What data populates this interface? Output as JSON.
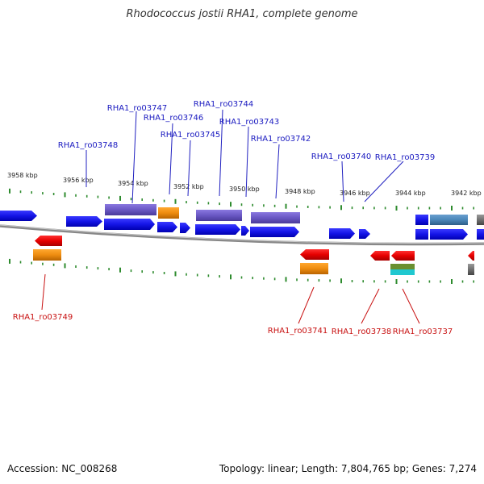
{
  "title": "Rhodococcus jostii RHA1, complete genome",
  "footer": {
    "accession": "Accession: NC_008268",
    "summary": "Topology: linear; Length: 7,804,765 bp; Genes: 7,274"
  },
  "colors": {
    "forward_gene": "#1010e0",
    "reverse_gene": "#e00000",
    "forward_label": "#1a1ac0",
    "reverse_label": "#c81010",
    "tick": "#2e8b2e",
    "genome_line": "#808080",
    "purple_feature": "#7060c8",
    "orange_feature": "#ee8c10",
    "steelblue_feature": "#4a86b8",
    "olive_feature": "#6a9030",
    "cyan_feature": "#20c8d0",
    "grey_feature": "#707070"
  },
  "scale_labels": [
    "3958 kbp",
    "3956 kbp",
    "3954 kbp",
    "3952 kbp",
    "3950 kbp",
    "3948 kbp",
    "3946 kbp",
    "3944 kbp",
    "3942 kbp"
  ],
  "forward_labels": [
    "RHA1_ro03748",
    "RHA1_ro03747",
    "RHA1_ro03746",
    "RHA1_ro03745",
    "RHA1_ro03744",
    "RHA1_ro03743",
    "RHA1_ro03742",
    "RHA1_ro03740",
    "RHA1_ro03739"
  ],
  "reverse_labels": [
    "RHA1_ro03749",
    "RHA1_ro03741",
    "RHA1_ro03738",
    "RHA1_ro03737"
  ]
}
